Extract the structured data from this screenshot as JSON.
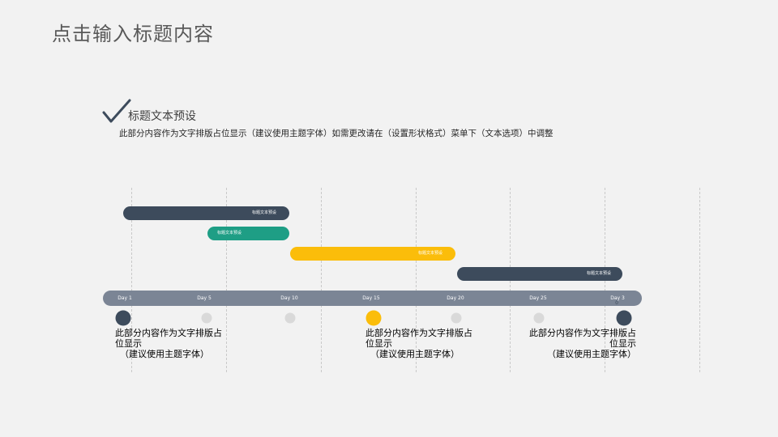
{
  "title": "点击输入标题内容",
  "section": {
    "heading": "标题文本预设",
    "description": "此部分内容作为文字排版占位显示（建议使用主题字体）如需更改请在（设置形状格式）菜单下（文本选项）中调整"
  },
  "timeline": {
    "days": [
      "Day 1",
      "Day 5",
      "Day 10",
      "Day 15",
      "Day 20",
      "Day 25",
      "Day 3"
    ],
    "last_day_overflow": "0",
    "tasks": [
      {
        "label": "标题文本预设",
        "color": "#3d4b5c"
      },
      {
        "label": "标题文本预设",
        "color": "#1e9e85"
      },
      {
        "label": "标题文本预设",
        "color": "#fbbd0a"
      },
      {
        "label": "标题文本预设",
        "color": "#3d4b5c"
      }
    ],
    "milestones": [
      {
        "line1": "此部分内容作为文字排版占",
        "line2": "位显示",
        "line3": "（建议使用主题字体）",
        "color": "#3d4b5c"
      },
      {
        "line1": "此部分内容作为文字排版占",
        "line2": "位显示",
        "line3": "（建议使用主题字体）",
        "color": "#fbbd0a"
      },
      {
        "line1": "此部分内容作为文字排版占",
        "line2": "位显示",
        "line3": "（建议使用主题字体）",
        "color": "#3d4b5c"
      }
    ],
    "minor_dot_color": "#d9d9d9"
  }
}
